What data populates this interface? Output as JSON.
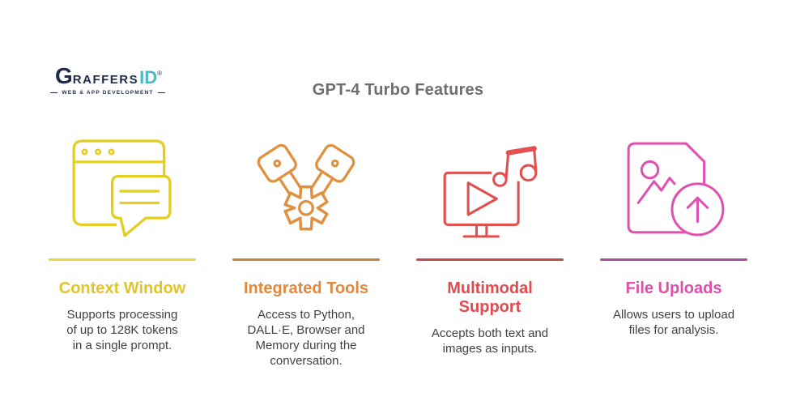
{
  "logo": {
    "brand_g": "G",
    "brand_rest": "RAFFERS",
    "brand_id": "ID",
    "registered_mark": "®",
    "tagline": "WEB & APP DEVELOPMENT"
  },
  "header": {
    "title": "GPT-4 Turbo Features"
  },
  "features": [
    {
      "id": "context-window",
      "icon": "browser-chat-bubble-icon",
      "icon_color": "#e5ce24",
      "divider_color": "#e6d83e",
      "title_color": "#e2c42a",
      "title": "Context Window",
      "description": "Supports processing\nof up to 128K tokens\nin a single prompt."
    },
    {
      "id": "integrated-tools",
      "icon": "pistons-gear-icon",
      "icon_color": "#e0913f",
      "divider_color": "#c9823d",
      "title_color": "#e0883c",
      "title": "Integrated Tools",
      "description": "Access to Python,\nDALL·E, Browser and\nMemory during the\nconversation."
    },
    {
      "id": "multimodal-support",
      "icon": "monitor-play-music-icon",
      "icon_color": "#e25050",
      "divider_color": "#c14b4b",
      "title_color": "#e04b4d",
      "title": "Multimodal\nSupport",
      "description": "Accepts both text and\nimages as inputs."
    },
    {
      "id": "file-uploads",
      "icon": "file-upload-icon",
      "icon_color": "#e052b2",
      "divider_color": "#ab4ea1",
      "title_color": "#dd50a9",
      "title": "File Uploads",
      "description": "Allows users to upload\nfiles for analysis."
    }
  ],
  "colors": {
    "title_text": "#6d6e70",
    "body_text": "#3f4041",
    "logo_navy": "#1e2b4d",
    "logo_teal": "#4bb8c7"
  }
}
